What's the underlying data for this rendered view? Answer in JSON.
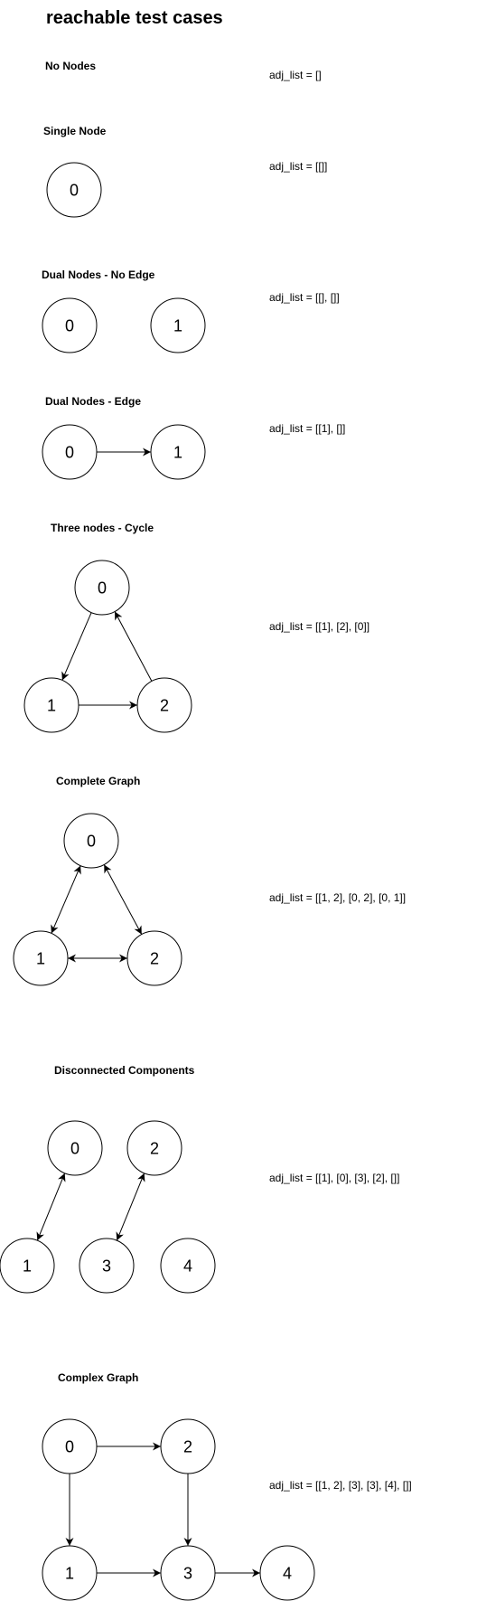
{
  "title": "reachable test cases",
  "colors": {
    "stroke": "#000000",
    "node_fill": "#ffffff",
    "background": "#ffffff"
  },
  "sections": [
    {
      "title": "No Nodes",
      "adj_list": "adj_list = []",
      "nodes": [],
      "edges": []
    },
    {
      "title": "Single Node",
      "adj_list": "adj_list = [[]]",
      "nodes": [
        {
          "id": "0",
          "label": "0"
        }
      ],
      "edges": []
    },
    {
      "title": "Dual Nodes - No Edge",
      "adj_list": "adj_list = [[], []]",
      "nodes": [
        {
          "id": "0",
          "label": "0"
        },
        {
          "id": "1",
          "label": "1"
        }
      ],
      "edges": []
    },
    {
      "title": "Dual Nodes - Edge",
      "adj_list": "adj_list = [[1], []]",
      "nodes": [
        {
          "id": "0",
          "label": "0"
        },
        {
          "id": "1",
          "label": "1"
        }
      ],
      "edges": [
        {
          "from": "0",
          "to": "1",
          "bidirectional": false
        }
      ]
    },
    {
      "title": "Three nodes - Cycle",
      "adj_list": "adj_list = [[1], [2], [0]]",
      "nodes": [
        {
          "id": "0",
          "label": "0"
        },
        {
          "id": "1",
          "label": "1"
        },
        {
          "id": "2",
          "label": "2"
        }
      ],
      "edges": [
        {
          "from": "0",
          "to": "1",
          "bidirectional": false
        },
        {
          "from": "1",
          "to": "2",
          "bidirectional": false
        },
        {
          "from": "2",
          "to": "0",
          "bidirectional": false
        }
      ]
    },
    {
      "title": "Complete Graph",
      "adj_list": "adj_list = [[1, 2], [0, 2], [0, 1]]",
      "nodes": [
        {
          "id": "0",
          "label": "0"
        },
        {
          "id": "1",
          "label": "1"
        },
        {
          "id": "2",
          "label": "2"
        }
      ],
      "edges": [
        {
          "from": "0",
          "to": "1",
          "bidirectional": true
        },
        {
          "from": "0",
          "to": "2",
          "bidirectional": true
        },
        {
          "from": "1",
          "to": "2",
          "bidirectional": true
        }
      ]
    },
    {
      "title": "Disconnected Components",
      "adj_list": "adj_list = [[1], [0], [3], [2], []]",
      "nodes": [
        {
          "id": "0",
          "label": "0"
        },
        {
          "id": "2",
          "label": "2"
        },
        {
          "id": "1",
          "label": "1"
        },
        {
          "id": "3",
          "label": "3"
        },
        {
          "id": "4",
          "label": "4"
        }
      ],
      "edges": [
        {
          "from": "0",
          "to": "1",
          "bidirectional": true
        },
        {
          "from": "2",
          "to": "3",
          "bidirectional": true
        }
      ]
    },
    {
      "title": "Complex Graph",
      "adj_list": "adj_list = [[1, 2], [3], [3], [4], []]",
      "nodes": [
        {
          "id": "0",
          "label": "0"
        },
        {
          "id": "2",
          "label": "2"
        },
        {
          "id": "1",
          "label": "1"
        },
        {
          "id": "3",
          "label": "3"
        },
        {
          "id": "4",
          "label": "4"
        }
      ],
      "edges": [
        {
          "from": "0",
          "to": "2",
          "bidirectional": false
        },
        {
          "from": "0",
          "to": "1",
          "bidirectional": false
        },
        {
          "from": "2",
          "to": "3",
          "bidirectional": false
        },
        {
          "from": "1",
          "to": "3",
          "bidirectional": false
        },
        {
          "from": "3",
          "to": "4",
          "bidirectional": false
        }
      ]
    }
  ]
}
